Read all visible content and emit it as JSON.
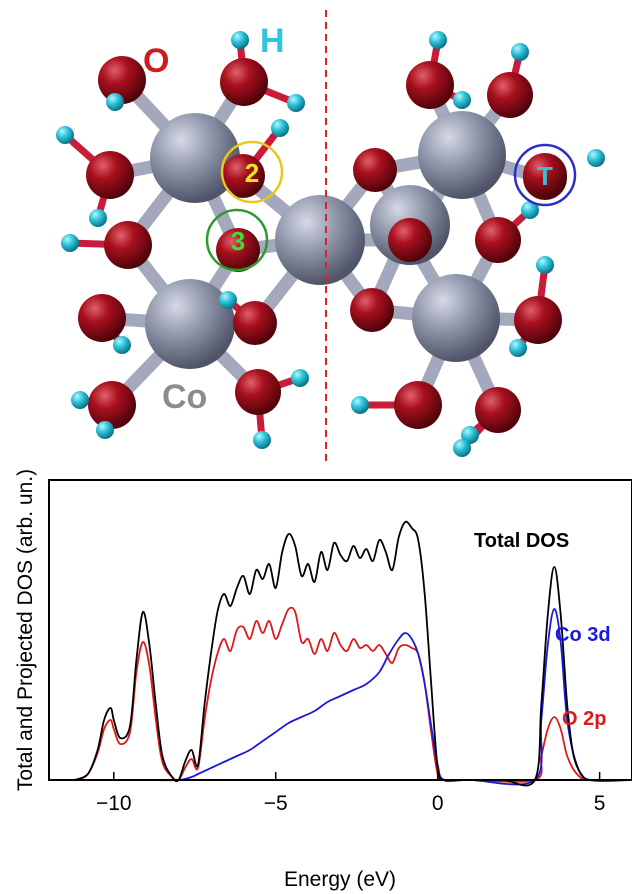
{
  "molecule": {
    "labels": {
      "oxygen": "O",
      "hydrogen": "H",
      "cobalt": "Co",
      "site_2": "2",
      "site_3": "3",
      "site_T": "T"
    },
    "colors": {
      "oxygen": "#a3101c",
      "hydrogen": "#2fc6dc",
      "cobalt": "#8e93a8",
      "label_O": "#d11b1b",
      "label_H": "#2fc6dc",
      "label_Co": "#8c8c8c",
      "circle_2": "#e8c81e",
      "circle_3": "#2e9a2e",
      "circle_T": "#2d2ec8",
      "digit_2": "#e8e81e",
      "digit_3": "#3cdc3c",
      "digit_T": "#2fc6dc",
      "divider": "#e02020"
    }
  },
  "chart_data": {
    "type": "line",
    "xlabel": "Energy (eV)",
    "ylabel": "Total and Projected DOS (arb. un.)",
    "xlim": [
      -12,
      6
    ],
    "ylim": [
      0,
      1
    ],
    "xticks": [
      -10,
      -5,
      0,
      5
    ],
    "xtick_labels": [
      "−10",
      "−5",
      "0",
      "5"
    ],
    "grid": false,
    "legend_placement": "right (inline labels)",
    "series": [
      {
        "name": "Total DOS",
        "color": "#000000",
        "x": [
          -11.2,
          -10.8,
          -10.5,
          -10.3,
          -10.1,
          -10.0,
          -9.8,
          -9.5,
          -9.3,
          -9.1,
          -8.9,
          -8.7,
          -8.5,
          -8.2,
          -8.0,
          -7.8,
          -7.6,
          -7.4,
          -7.2,
          -7.0,
          -6.8,
          -6.6,
          -6.4,
          -6.2,
          -6.0,
          -5.8,
          -5.6,
          -5.4,
          -5.2,
          -5.0,
          -4.8,
          -4.6,
          -4.4,
          -4.2,
          -4.0,
          -3.8,
          -3.6,
          -3.4,
          -3.2,
          -3.0,
          -2.8,
          -2.6,
          -2.4,
          -2.2,
          -2.0,
          -1.8,
          -1.6,
          -1.4,
          -1.2,
          -1.0,
          -0.8,
          -0.6,
          -0.4,
          -0.2,
          0.0,
          0.2,
          0.4,
          1.0,
          2.0,
          3.0,
          3.2,
          3.4,
          3.6,
          3.8,
          4.0,
          4.2,
          4.5,
          4.8,
          6.0
        ],
        "y": [
          0.0,
          0.02,
          0.1,
          0.2,
          0.24,
          0.2,
          0.14,
          0.18,
          0.4,
          0.56,
          0.45,
          0.25,
          0.08,
          0.01,
          0.0,
          0.06,
          0.1,
          0.05,
          0.25,
          0.42,
          0.56,
          0.62,
          0.58,
          0.64,
          0.68,
          0.62,
          0.7,
          0.67,
          0.72,
          0.64,
          0.76,
          0.82,
          0.78,
          0.68,
          0.72,
          0.66,
          0.76,
          0.7,
          0.79,
          0.75,
          0.73,
          0.78,
          0.74,
          0.77,
          0.73,
          0.8,
          0.76,
          0.7,
          0.81,
          0.86,
          0.84,
          0.8,
          0.62,
          0.32,
          0.04,
          0.0,
          0.0,
          0.0,
          0.0,
          0.0,
          0.25,
          0.55,
          0.71,
          0.55,
          0.25,
          0.08,
          0.01,
          0.0,
          0.0
        ]
      },
      {
        "name": "Co 3d",
        "color": "#1a1adc",
        "x": [
          -11.0,
          -10.0,
          -9.0,
          -8.0,
          -7.6,
          -7.4,
          -7.2,
          -7.0,
          -6.6,
          -6.2,
          -5.8,
          -5.4,
          -5.0,
          -4.6,
          -4.2,
          -3.8,
          -3.4,
          -3.0,
          -2.6,
          -2.2,
          -1.8,
          -1.5,
          -1.2,
          -1.0,
          -0.8,
          -0.6,
          -0.4,
          -0.2,
          0.0,
          0.2,
          1.0,
          3.0,
          3.2,
          3.4,
          3.6,
          3.8,
          4.0,
          4.3,
          4.7,
          6.0
        ],
        "y": [
          0.0,
          0.0,
          0.0,
          0.0,
          0.01,
          0.02,
          0.03,
          0.04,
          0.06,
          0.08,
          0.1,
          0.13,
          0.16,
          0.19,
          0.21,
          0.23,
          0.26,
          0.28,
          0.3,
          0.32,
          0.36,
          0.42,
          0.47,
          0.49,
          0.47,
          0.42,
          0.32,
          0.18,
          0.05,
          0.0,
          0.0,
          0.0,
          0.2,
          0.45,
          0.57,
          0.46,
          0.2,
          0.05,
          0.0,
          0.0
        ]
      },
      {
        "name": "O 2p",
        "color": "#e01818",
        "x": [
          -11.2,
          -10.8,
          -10.5,
          -10.3,
          -10.1,
          -10.0,
          -9.8,
          -9.5,
          -9.3,
          -9.1,
          -8.9,
          -8.7,
          -8.5,
          -8.2,
          -8.0,
          -7.8,
          -7.6,
          -7.4,
          -7.2,
          -7.0,
          -6.8,
          -6.6,
          -6.4,
          -6.2,
          -6.0,
          -5.8,
          -5.6,
          -5.4,
          -5.2,
          -5.0,
          -4.8,
          -4.6,
          -4.4,
          -4.2,
          -4.0,
          -3.8,
          -3.6,
          -3.4,
          -3.2,
          -3.0,
          -2.8,
          -2.6,
          -2.4,
          -2.2,
          -2.0,
          -1.8,
          -1.6,
          -1.4,
          -1.2,
          -1.0,
          -0.8,
          -0.6,
          -0.4,
          -0.2,
          0.0,
          0.2,
          0.4,
          1.0,
          3.0,
          3.2,
          3.4,
          3.6,
          3.8,
          4.0,
          4.3,
          4.7,
          6.0
        ],
        "y": [
          0.0,
          0.02,
          0.09,
          0.17,
          0.2,
          0.17,
          0.12,
          0.16,
          0.36,
          0.46,
          0.38,
          0.2,
          0.06,
          0.01,
          0.0,
          0.04,
          0.07,
          0.04,
          0.2,
          0.33,
          0.42,
          0.47,
          0.43,
          0.5,
          0.51,
          0.47,
          0.53,
          0.49,
          0.53,
          0.47,
          0.52,
          0.57,
          0.56,
          0.46,
          0.47,
          0.42,
          0.47,
          0.43,
          0.49,
          0.45,
          0.43,
          0.47,
          0.44,
          0.45,
          0.43,
          0.45,
          0.42,
          0.39,
          0.44,
          0.45,
          0.44,
          0.42,
          0.32,
          0.16,
          0.02,
          0.0,
          0.0,
          0.0,
          0.0,
          0.08,
          0.17,
          0.21,
          0.17,
          0.08,
          0.02,
          0.0,
          0.0
        ]
      }
    ]
  }
}
